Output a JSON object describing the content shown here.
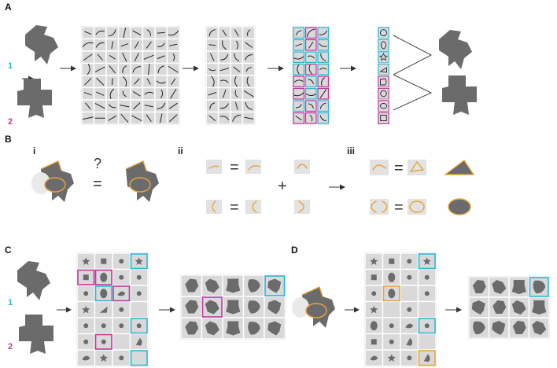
{
  "labels": {
    "panel_a": "A",
    "panel_b": "B",
    "panel_c": "C",
    "panel_d": "D",
    "roman_i": "i",
    "roman_ii": "ii",
    "roman_iii": "iii",
    "num_1_a": "1",
    "num_2_a": "2",
    "num_1_c": "1",
    "num_2_c": "2",
    "question": "?",
    "equals": "=",
    "plus": "+"
  },
  "colors": {
    "cyan": "#2fb5d6",
    "magenta": "#c0389b",
    "orange": "#e8a33a",
    "shape_gray": "#6b6b6b",
    "cell_gray": "#d9d9d9"
  }
}
